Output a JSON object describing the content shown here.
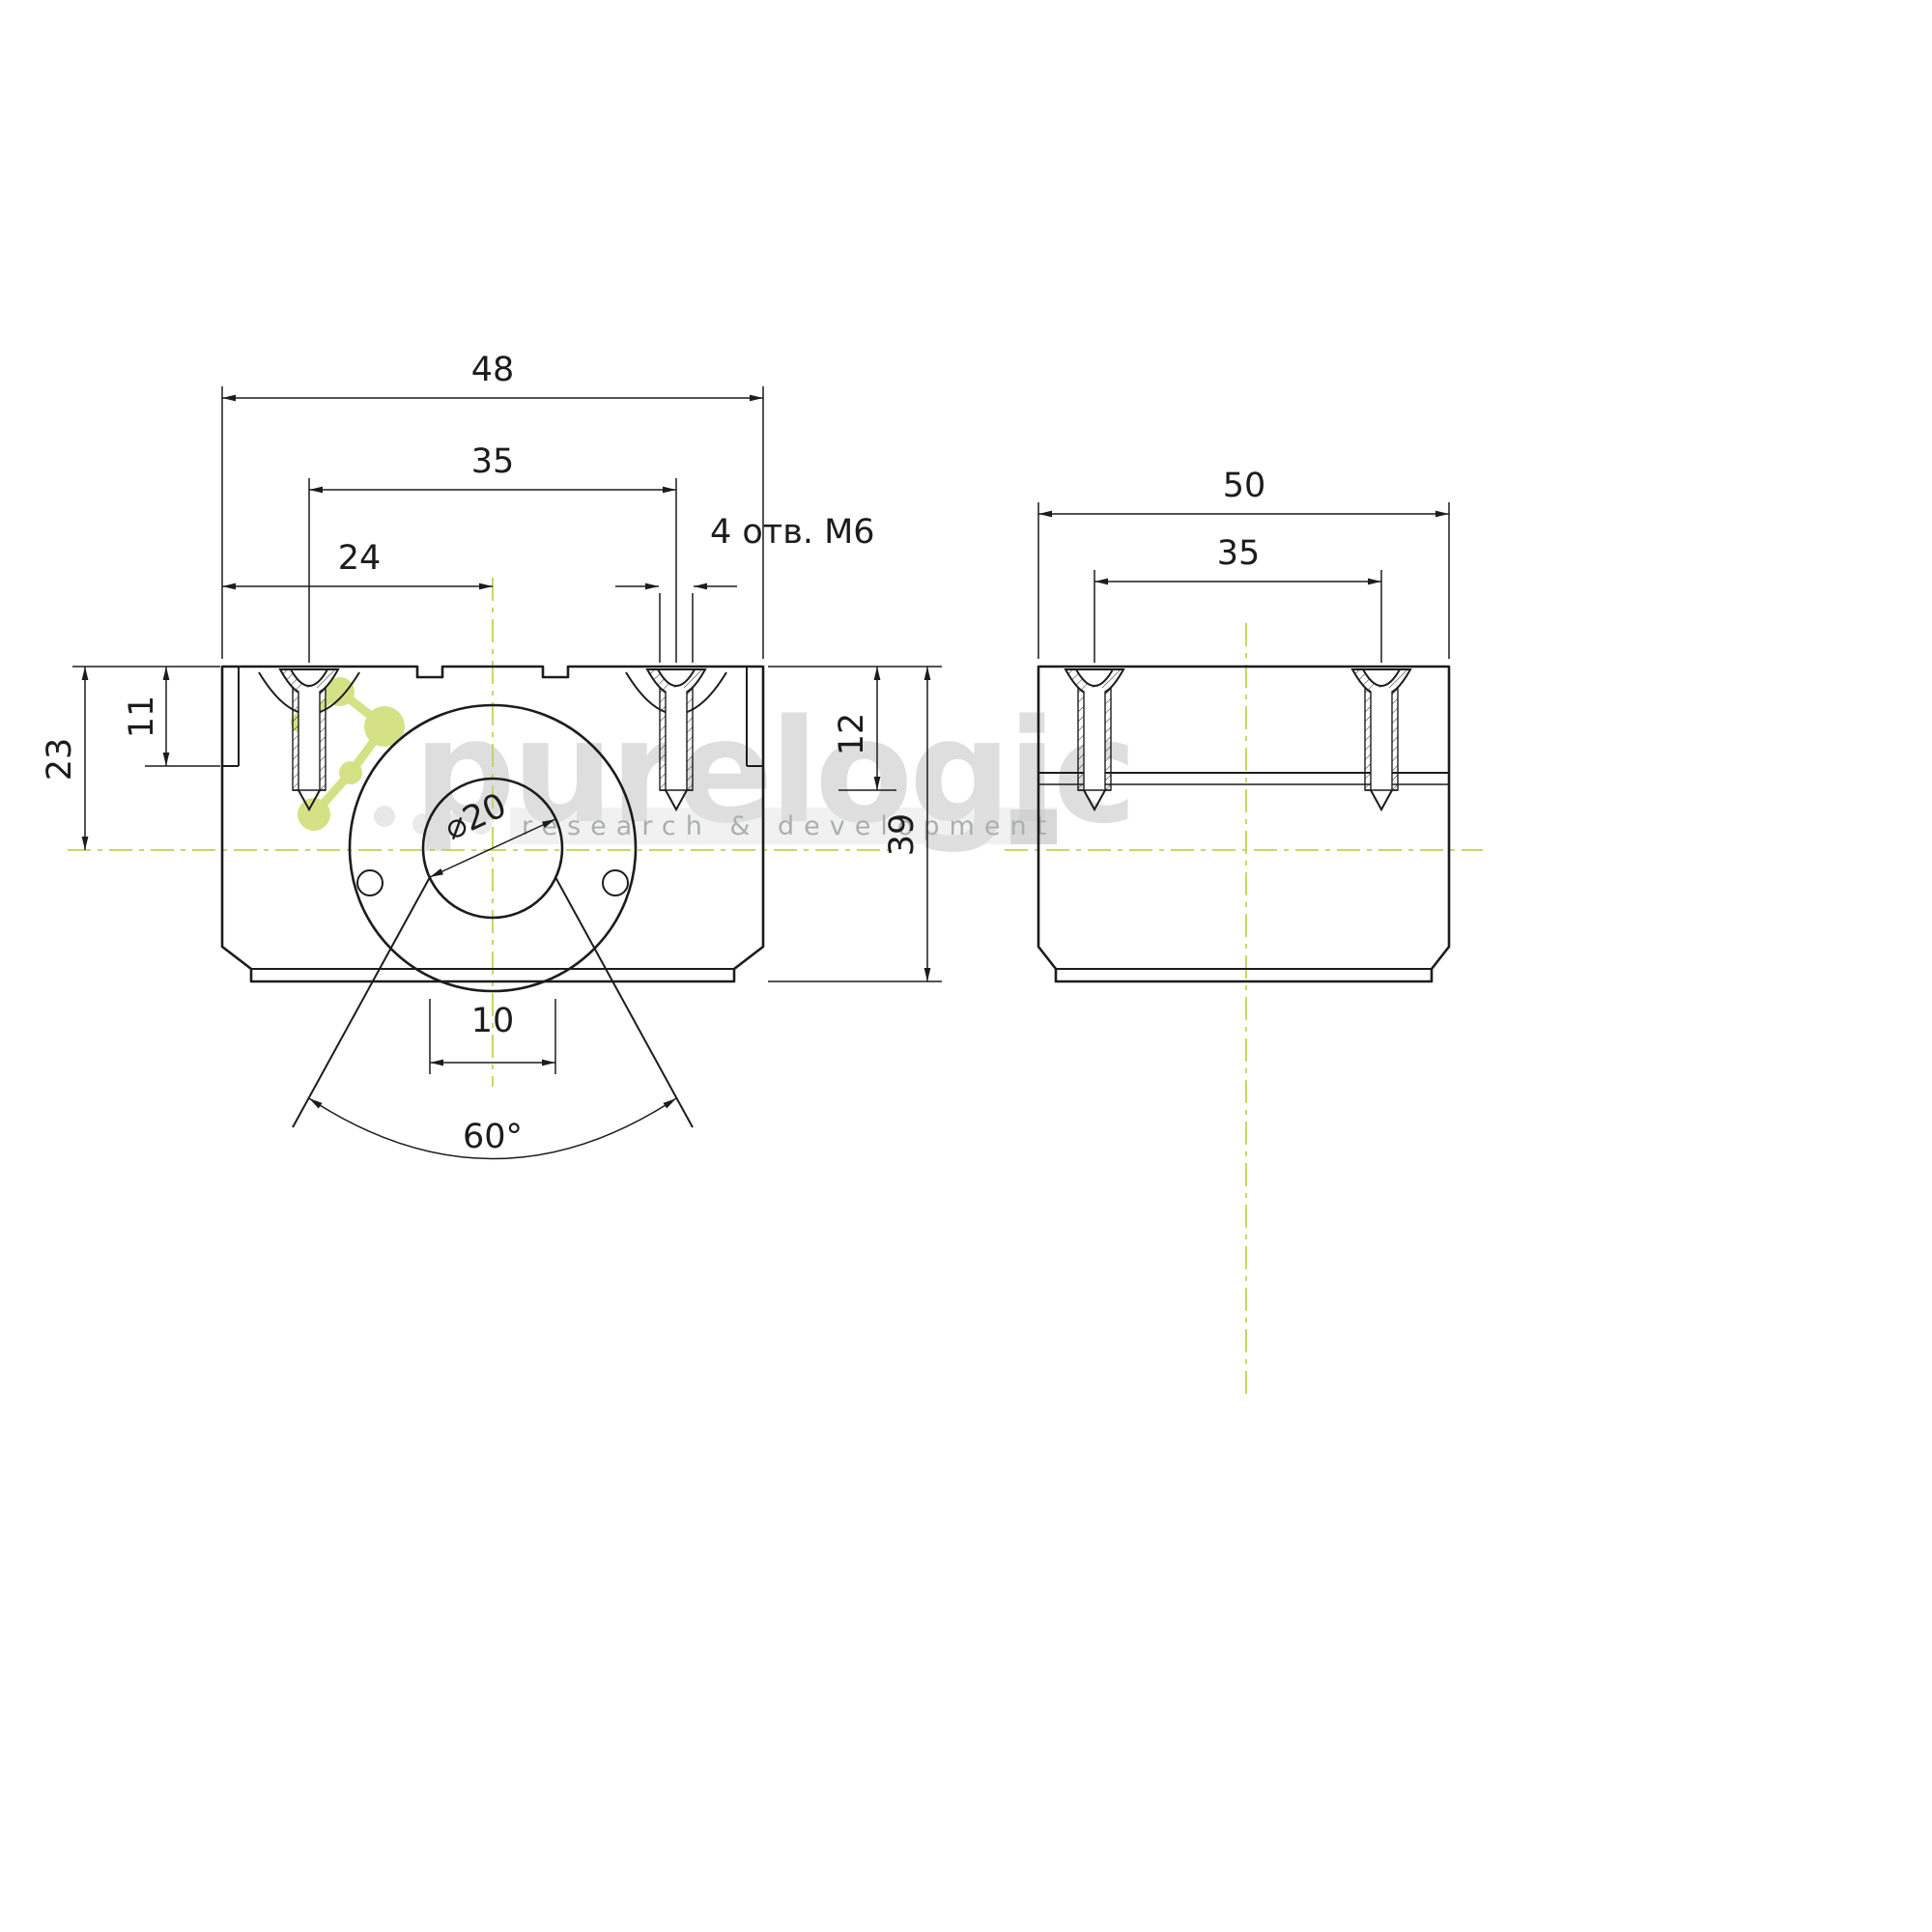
{
  "watermark": {
    "brand": "purelogic",
    "subtitle": "research & development"
  },
  "views": {
    "front": {
      "name": "front-section-view",
      "dims": {
        "overall_width": "48",
        "hole_spacing": "35",
        "half_width": "24",
        "holes_note": "4 отв. M6",
        "step_height": "11",
        "center_height": "23",
        "hole_depth": "12",
        "overall_height": "39",
        "bore_diameter": "⌀20",
        "slot_width": "10",
        "opening_angle": "60°"
      }
    },
    "side": {
      "name": "side-view",
      "dims": {
        "overall_depth": "50",
        "hole_spacing": "35"
      }
    }
  },
  "colors": {
    "line": "#1c1c1c",
    "centerline_green": "#c3d154",
    "watermark_gray": "#d9d9d9",
    "watermark_green": "#bdd240"
  }
}
